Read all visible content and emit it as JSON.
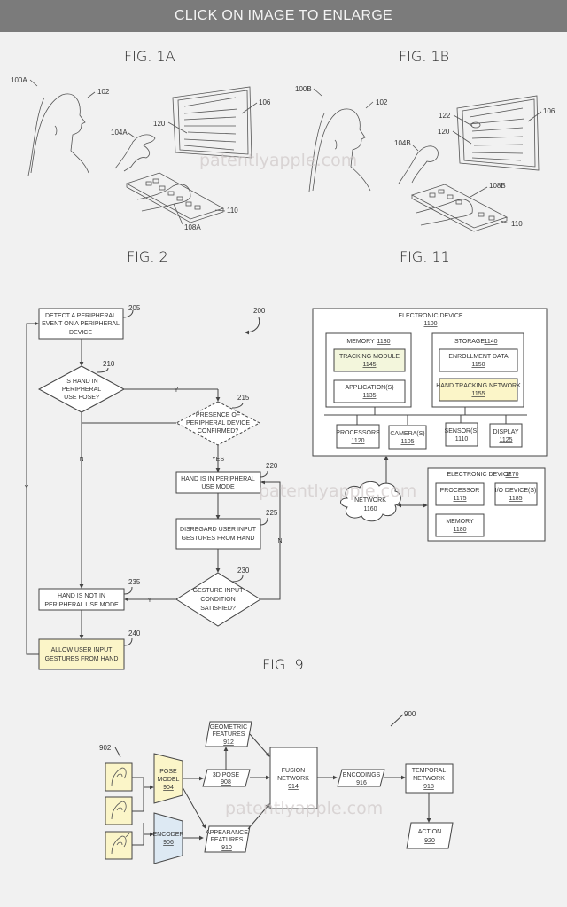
{
  "banner": {
    "label": "CLICK ON IMAGE TO ENLARGE"
  },
  "watermark": "patentlyapple.com",
  "figures": {
    "fig1a": {
      "title": "FIG. 1A",
      "refs": {
        "scene": "100A",
        "user": "102",
        "hand": "104A",
        "display": "106",
        "cursor": "120",
        "peripheral_hand": "108A",
        "keyboard": "110"
      }
    },
    "fig1b": {
      "title": "FIG. 1B",
      "refs": {
        "scene": "100B",
        "user": "102",
        "hand": "104B",
        "display": "106",
        "indicator": "122",
        "cursor": "120",
        "peripheral_hand": "108B",
        "keyboard": "110"
      }
    },
    "fig2": {
      "title": "FIG. 2",
      "ref": "200",
      "steps": {
        "s205": {
          "ref": "205",
          "lines": [
            "DETECT A PERIPHERAL",
            "EVENT ON A PERIPHERAL",
            "DEVICE"
          ]
        },
        "s210": {
          "ref": "210",
          "lines": [
            "IS HAND IN",
            "PERIPHERAL",
            "USE POSE?"
          ]
        },
        "s215": {
          "ref": "215",
          "lines": [
            "PRESENCE OF",
            "PERIPHERAL DEVICE",
            "CONFIRMED?"
          ]
        },
        "s220": {
          "ref": "220",
          "lines": [
            "HAND IS IN PERIPHERAL",
            "USE MODE"
          ]
        },
        "s225": {
          "ref": "225",
          "lines": [
            "DISREGARD USER INPUT",
            "GESTURES FROM HAND"
          ]
        },
        "s230": {
          "ref": "230",
          "lines": [
            "GESTURE INPUT",
            "CONDITION",
            "SATISFIED?"
          ]
        },
        "s235": {
          "ref": "235",
          "lines": [
            "HAND IS NOT IN",
            "PERIPHERAL USE MODE"
          ]
        },
        "s240": {
          "ref": "240",
          "lines": [
            "ALLOW USER INPUT",
            "GESTURES FROM HAND"
          ]
        }
      },
      "edge_labels": {
        "y": "Y",
        "n": "N",
        "yes": "YES"
      }
    },
    "fig11": {
      "title": "FIG. 11",
      "device": {
        "label": "ELECTRONIC DEVICE",
        "ref": "1100"
      },
      "memory": {
        "label": "MEMORY",
        "ref": "1130"
      },
      "tracking_module": {
        "label": "TRACKING MODULE",
        "ref": "1145"
      },
      "applications": {
        "label": "APPLICATION(S)",
        "ref": "1135"
      },
      "storage": {
        "label": "STORAGE",
        "ref": "1140"
      },
      "enrollment": {
        "label": "ENROLLMENT DATA",
        "ref": "1150"
      },
      "hand_tracking": {
        "label": "HAND TRACKING NETWORK",
        "ref": "1155"
      },
      "processors": {
        "label": "PROCESSORS",
        "ref": "1120"
      },
      "cameras": {
        "label": "CAMERA(S)",
        "ref": "1105"
      },
      "sensors": {
        "label": "SENSOR(S)",
        "ref": "1110"
      },
      "display": {
        "label": "DISPLAY",
        "ref": "1125"
      },
      "network": {
        "label": "NETWORK",
        "ref": "1160"
      },
      "device2": {
        "label": "ELECTRONIC DEVICE",
        "ref": "1170"
      },
      "processor2": {
        "label": "PROCESSOR",
        "ref": "1175"
      },
      "io": {
        "label": "I/O DEVICE(S)",
        "ref": "1185"
      },
      "memory2": {
        "label": "MEMORY",
        "ref": "1180"
      }
    },
    "fig9": {
      "title": "FIG. 9",
      "ref": "900",
      "images_ref": "902",
      "pose_model": {
        "lines": [
          "POSE",
          "MODEL"
        ],
        "ref": "904"
      },
      "encoder": {
        "label": "ENCODER",
        "ref": "906"
      },
      "pose3d": {
        "label": "3D POSE",
        "ref": "908"
      },
      "geometric": {
        "lines": [
          "GEOMETRIC",
          "FEATURES"
        ],
        "ref": "912"
      },
      "appearance": {
        "lines": [
          "APPEARANCE",
          "FEATURES"
        ],
        "ref": "910"
      },
      "fusion": {
        "lines": [
          "FUSION",
          "NETWORK"
        ],
        "ref": "914"
      },
      "encodings": {
        "label": "ENCODINGS",
        "ref": "916"
      },
      "temporal": {
        "lines": [
          "TEMPORAL",
          "NETWORK"
        ],
        "ref": "918"
      },
      "action": {
        "label": "ACTION",
        "ref": "920"
      }
    }
  },
  "colors": {
    "banner": "#7b7b7b",
    "highlight_yellow": "#fbf5c8",
    "highlight_green": "#f3f6dc",
    "highlight_blue": "#dde9f3",
    "background": "#f1f1f1"
  }
}
